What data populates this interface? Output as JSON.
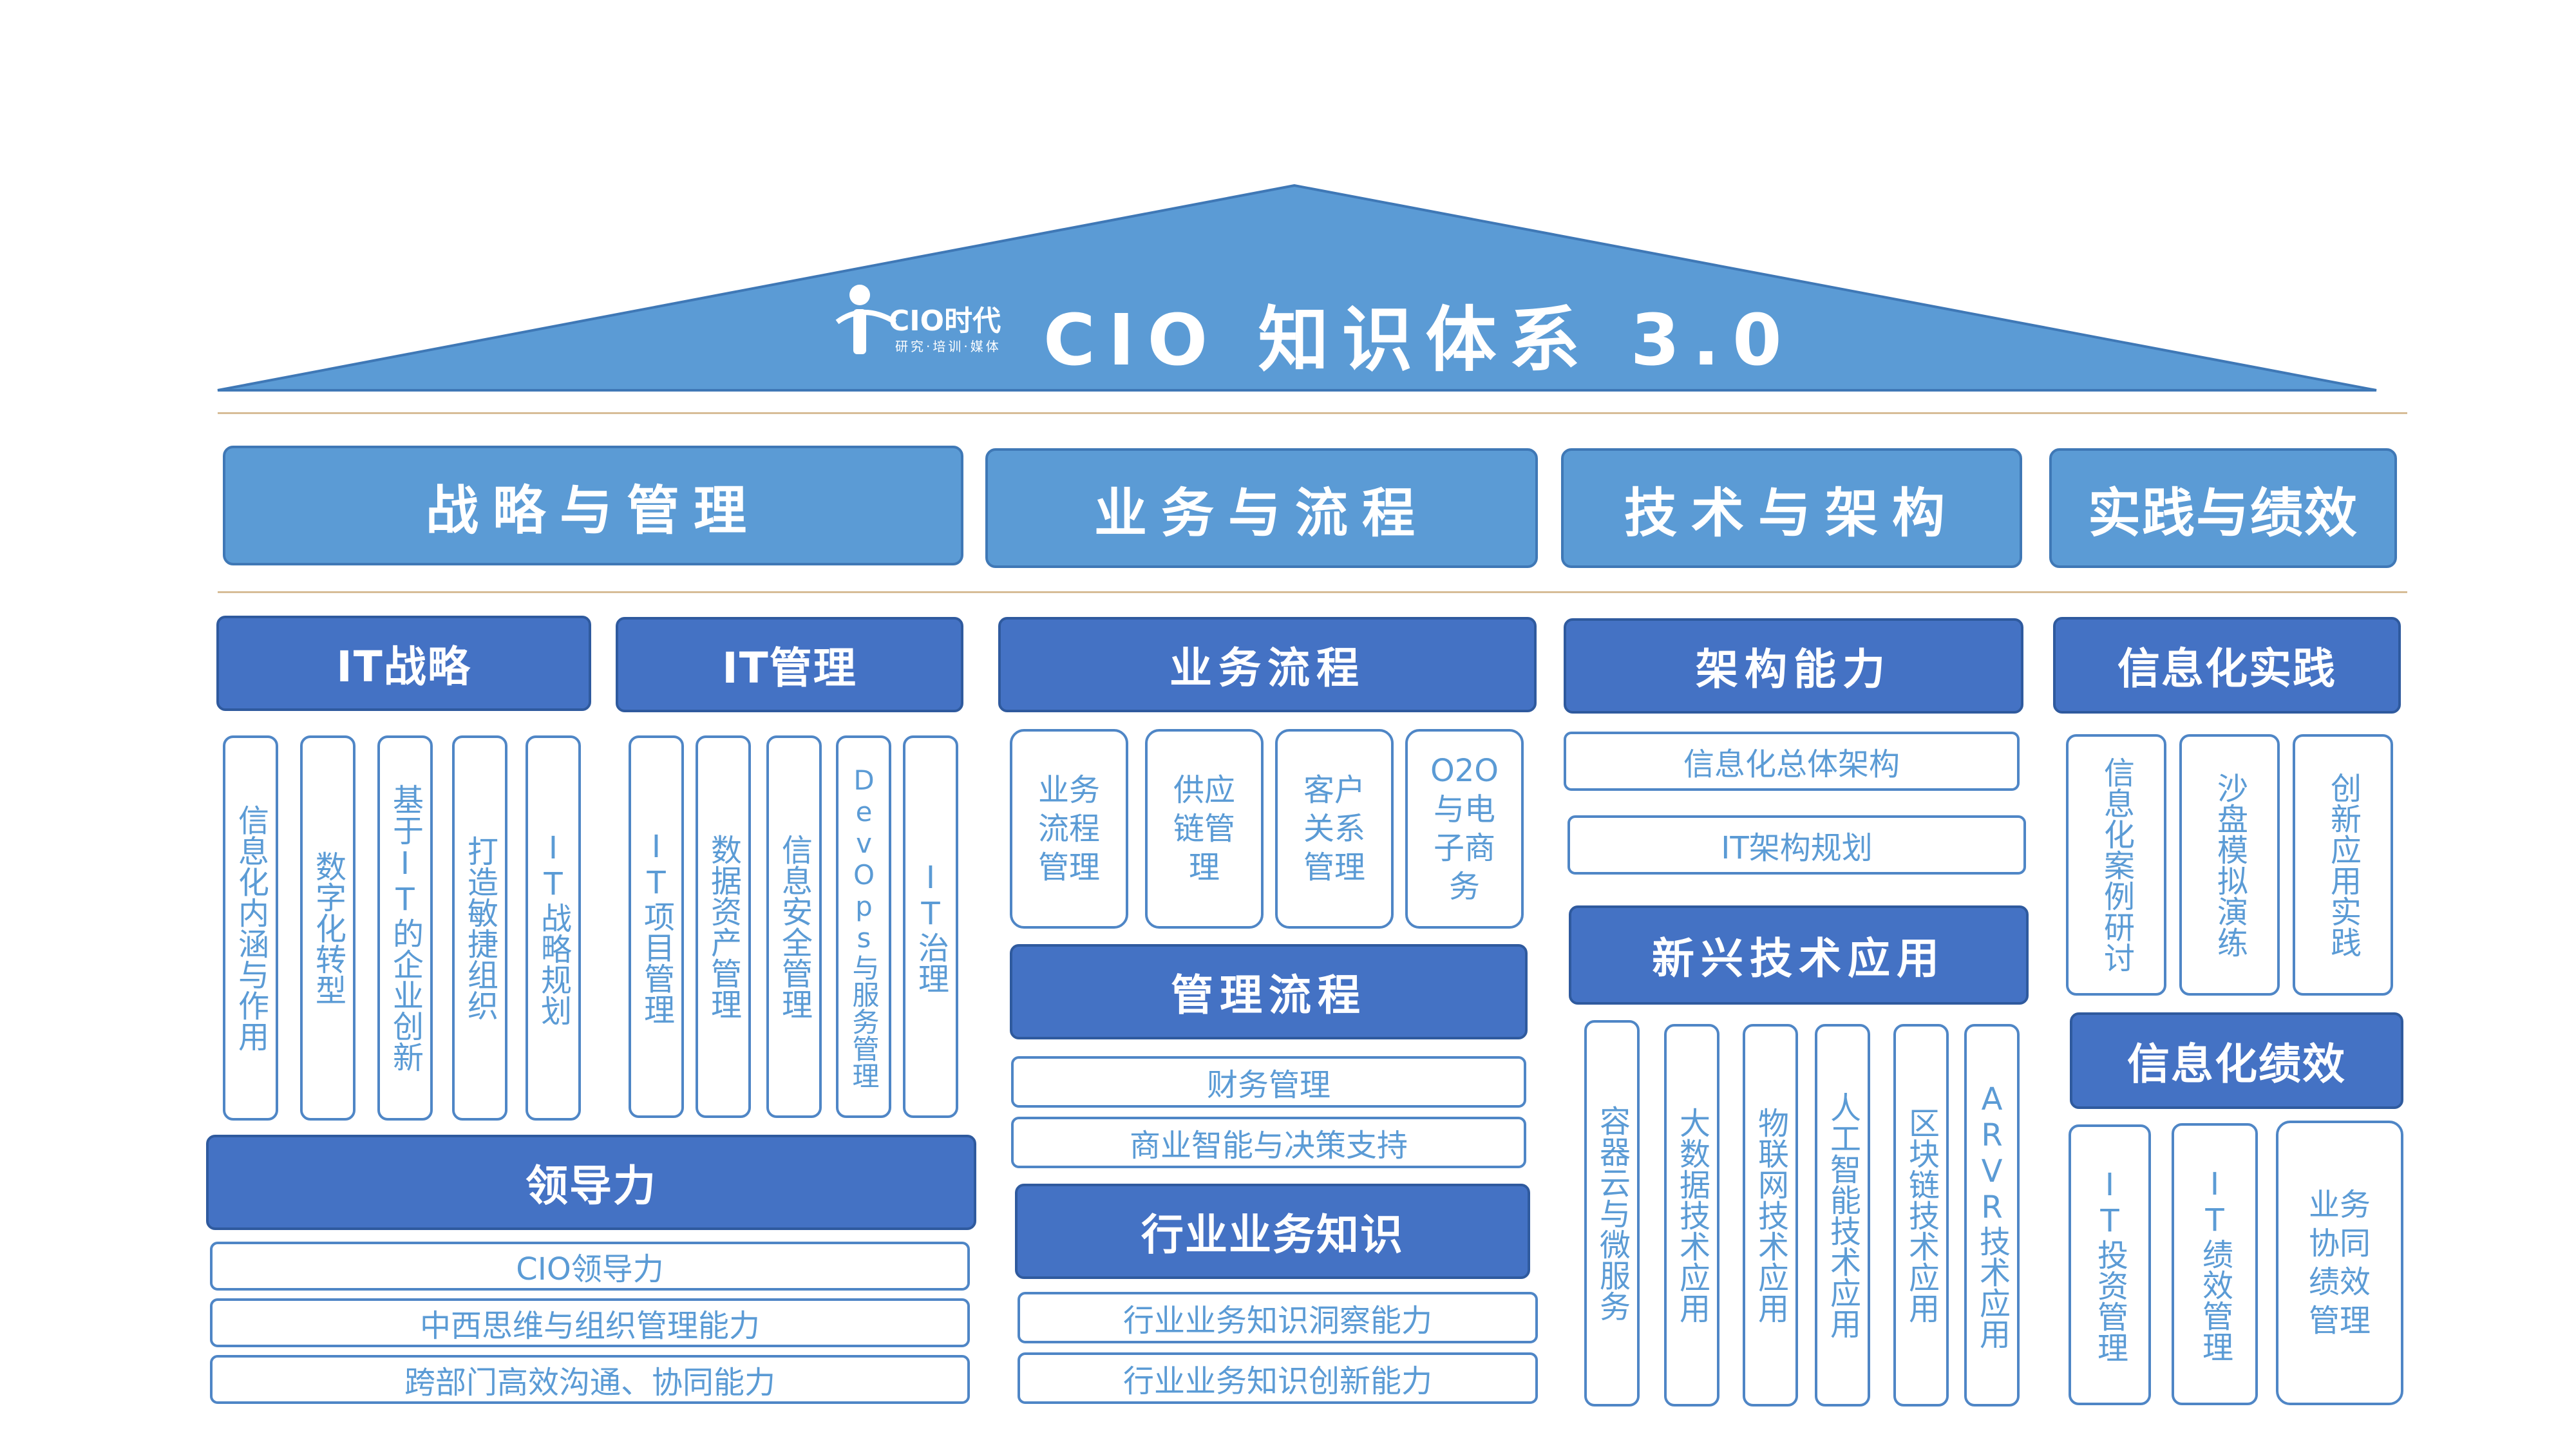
{
  "header": {
    "logo_text": "CIO时代",
    "logo_subtitle": "研究·培训·媒体",
    "title": "CIO 知识体系 3.0"
  },
  "categories": {
    "strategy": "战略与管理",
    "business": "业务与流程",
    "tech": "技术与架构",
    "practice": "实践与绩效"
  },
  "strategy": {
    "it_strategy": {
      "title": "IT战略",
      "items": [
        "信息化内涵与作用",
        "数字化转型",
        "基于IT的企业创新",
        "打造敏捷组织",
        "IT战略规划"
      ]
    },
    "it_management": {
      "title": "IT管理",
      "items": [
        "IT项目管理",
        "数据资产管理",
        "信息安全管理",
        "DevOps与服务管理",
        "IT治理"
      ]
    },
    "leadership": {
      "title": "领导力",
      "items": [
        "CIO领导力",
        "中西思维与组织管理能力",
        "跨部门高效沟通、协同能力"
      ]
    }
  },
  "business": {
    "business_process": {
      "title": "业务流程",
      "items": [
        "业务流程管理",
        "供应链管理",
        "客户关系管理",
        "O2O与电子商务"
      ]
    },
    "management_process": {
      "title": "管理流程",
      "items": [
        "财务管理",
        "商业智能与决策支持"
      ]
    },
    "industry_knowledge": {
      "title": "行业业务知识",
      "items": [
        "行业业务知识洞察能力",
        "行业业务知识创新能力"
      ]
    }
  },
  "tech": {
    "architecture": {
      "title": "架构能力",
      "items": [
        "信息化总体架构",
        "IT架构规划"
      ]
    },
    "emerging": {
      "title": "新兴技术应用",
      "items": [
        "容器云与微服务",
        "大数据技术应用",
        "物联网技术应用",
        "人工智能技术应用",
        "区块链技术应用",
        "ARVR技术应用"
      ]
    }
  },
  "practice": {
    "practice": {
      "title": "信息化实践",
      "items": [
        "信息化案例研讨",
        "沙盘模拟演练",
        "创新应用实践"
      ]
    },
    "performance": {
      "title": "信息化绩效",
      "items": [
        "IT投资管理",
        "IT绩效管理",
        "业务协同绩效管理"
      ]
    }
  },
  "colors": {
    "roof": "#5b9bd5",
    "category": "#5b9bd5",
    "subcategory": "#4472c4",
    "item_text": "#5b9bd5",
    "divider": "#c9a774"
  }
}
